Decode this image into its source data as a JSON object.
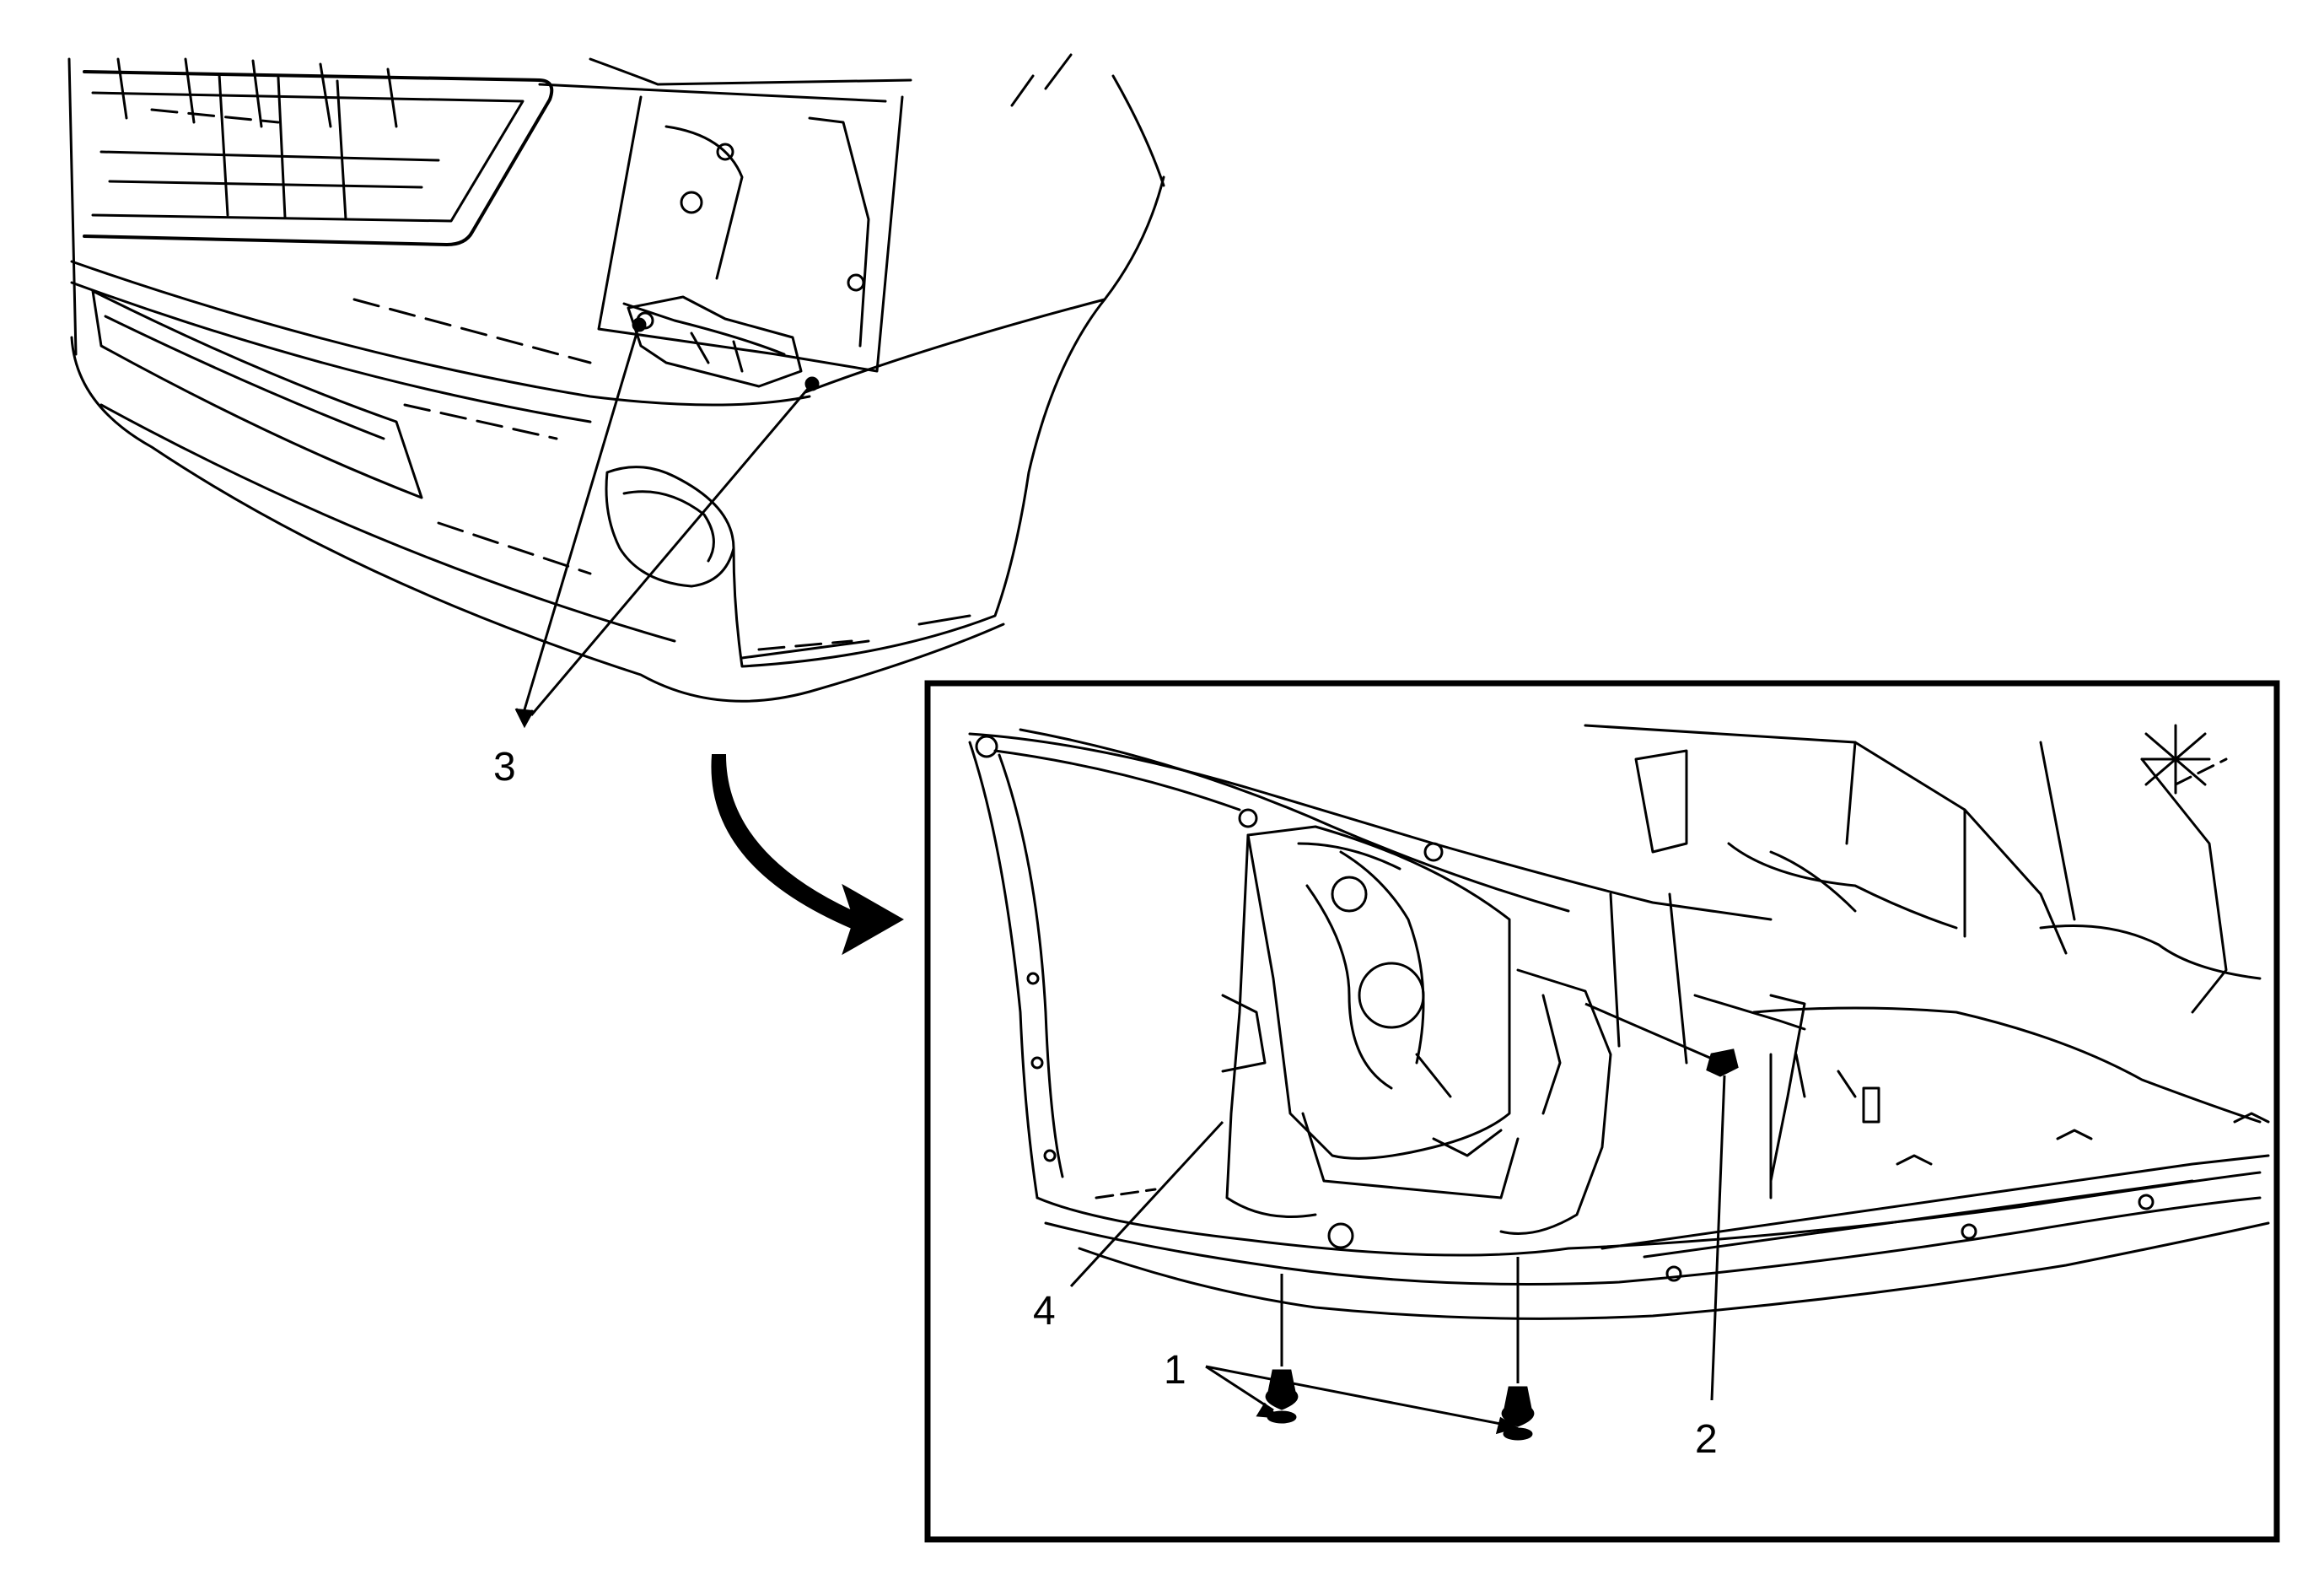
{
  "callouts": {
    "one": "1",
    "two": "2",
    "three": "3",
    "four": "4"
  },
  "colors": {
    "line": "#000000",
    "background": "#ffffff"
  }
}
